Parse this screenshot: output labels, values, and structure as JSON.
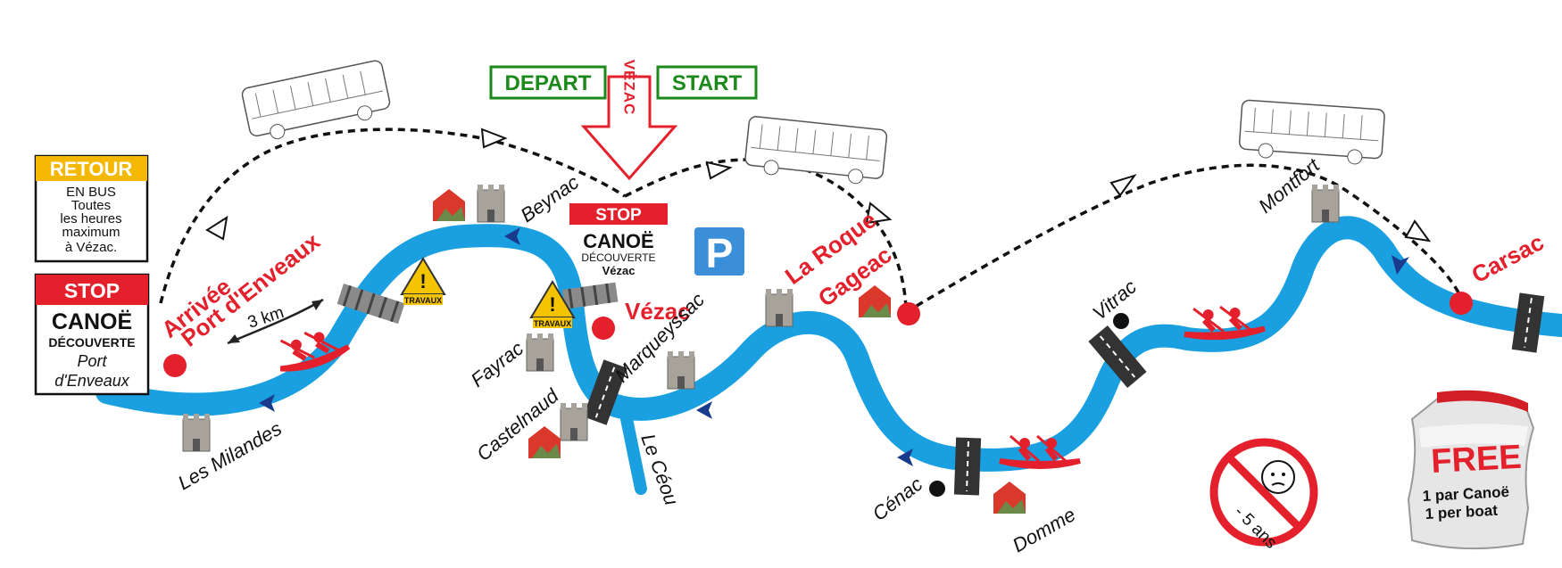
{
  "start": {
    "depart_label": "DEPART",
    "start_label": "START",
    "arrow_text": "VÉZAC",
    "colors": {
      "green": "#1b8a1b",
      "red": "#e3202b"
    }
  },
  "retour": {
    "title": "RETOUR",
    "lines": [
      "EN BUS",
      "Toutes",
      "les heures",
      "maximum",
      "à Vézac."
    ]
  },
  "stop_port": {
    "stop": "STOP",
    "canoe": "CANOË",
    "decouverte": "DÉCOUVERTE",
    "place_line1": "Port",
    "place_line2": "d'Enveaux"
  },
  "stop_vezac": {
    "stop": "STOP",
    "canoe": "CANOË",
    "decouverte": "DÉCOUVERTE",
    "place": "Vézac"
  },
  "parking": {
    "label": "P"
  },
  "distance": {
    "label": "3 km"
  },
  "works": {
    "label": "TRAVAUX"
  },
  "stops": {
    "arrivee_line1": "Arrivée",
    "arrivee_line2": "Port d'Enveaux",
    "vezac": "Vézac",
    "laroque_line1": "La Roque",
    "laroque_line2": "Gageac",
    "carsac": "Carsac"
  },
  "places": {
    "les_milandes": "Les Milandes",
    "beynac": "Beynac",
    "fayrac": "Fayrac",
    "castelnaud": "Castelnaud",
    "marqueyssac": "Marqueyssac",
    "le_ceou": "Le Céou",
    "cenac": "Cénac",
    "domme": "Domme",
    "vitrac": "Vitrac",
    "montfort": "Montfort"
  },
  "age_sign": {
    "label": "- 5 ans"
  },
  "free_barrel": {
    "title": "FREE",
    "line1": "1 par Canoë",
    "line2": "1 per boat"
  },
  "colors": {
    "river": "#1aa0e0",
    "stop_red": "#e3202b",
    "retour_yellow": "#f5b800",
    "parking_blue": "#3a8fd8"
  }
}
